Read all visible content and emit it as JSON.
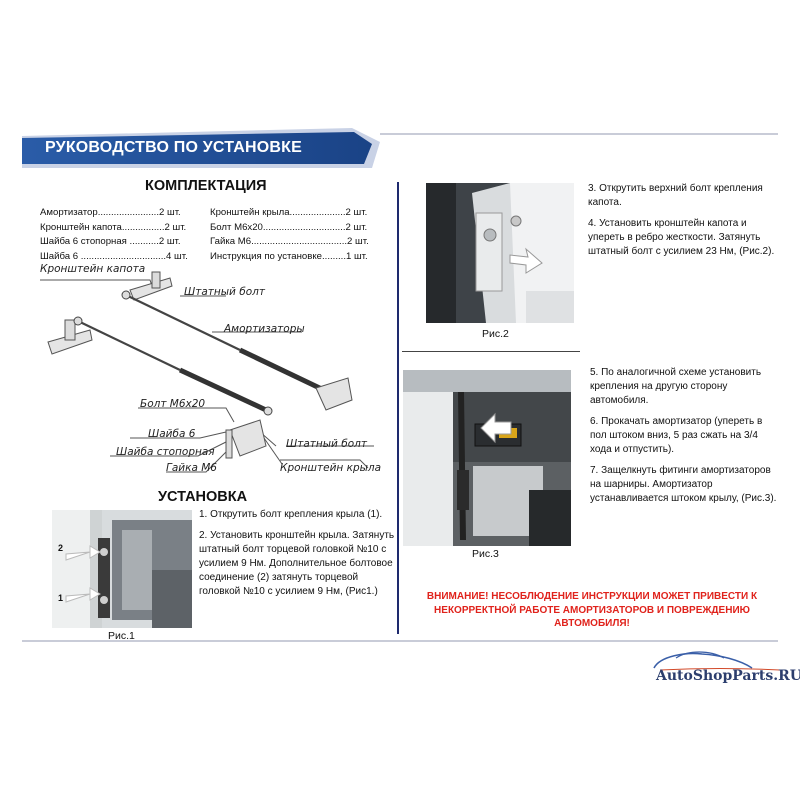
{
  "header": {
    "title": "РУКОВОДСТВО ПО УСТАНОВКЕ"
  },
  "kit": {
    "title": "КОМПЛЕКТАЦИЯ",
    "left": [
      "Амортизатор.......................2 шт.",
      "Кронштейн капота................2 шт.",
      "Шайба 6 стопорная ...........2 шт.",
      "Шайба 6 ................................4 шт."
    ],
    "right": [
      "Кронштейн крыла.....................2 шт.",
      "Болт М6х20...............................2 шт.",
      "Гайка М6....................................2 шт.",
      "Инструкция по установке.........1 шт."
    ]
  },
  "diagram_labels": {
    "hood_bracket": "Кронштейн капота",
    "stock_bolt_top": "Штатный болт",
    "shocks": "Амортизаторы",
    "bolt": "Болт М6х20",
    "washer": "Шайба 6",
    "lock_washer": "Шайба стопорная",
    "nut": "Гайка М6",
    "stock_bolt_bottom": "Штатный болт",
    "fender_bracket": "Кронштейн крыла"
  },
  "install": {
    "title": "УСТАНОВКА",
    "step1": "1. Открутить болт крепления крыла (1).",
    "step2": "2. Установить кронштейн крыла. Затянуть штатный болт торцевой головкой №10 с усилием 9 Нм. Дополнительное болтовое соединение (2) затянуть торцевой головкой №10 с усилием 9 Нм, (Рис1.)",
    "fig1_caption": "Рис.1",
    "fig1_marker1": "1",
    "fig1_marker2": "2"
  },
  "right_col": {
    "step3": "3. Открутить верхний болт крепления капота.",
    "step4": "4. Установить кронштейн капота и упереть в ребро жесткости. Затянуть штатный болт с усилием 23 Нм, (Рис.2).",
    "fig2_caption": "Рис.2",
    "step5": "5. По аналогичной схеме установить крепления на другую сторону автомобиля.",
    "step6": "6. Прокачать амортизатор (упереть в пол штоком вниз, 5 раз сжать на 3/4 хода и отпустить).",
    "step7": "7. Защелкнуть фитинги амортизаторов на шарниры. Амортизатор устанавливается штоком крылу, (Рис.3).",
    "fig3_caption": "Рис.3"
  },
  "warning": "ВНИМАНИЕ! НЕСОБЛЮДЕНИЕ ИНСТРУКЦИИ МОЖЕТ ПРИВЕСТИ К НЕКОРРЕКТНОЙ РАБОТЕ АМОРТИЗАТОРОВ И ПОВРЕЖДЕНИЮ АВТОМОБИЛЯ!",
  "logo": {
    "text": "AutoShopParts.RU"
  },
  "colors": {
    "banner": "#1d4f9a",
    "warning": "#e0231c",
    "divider": "#1e2a6e",
    "logo": "#2c3e6e"
  }
}
